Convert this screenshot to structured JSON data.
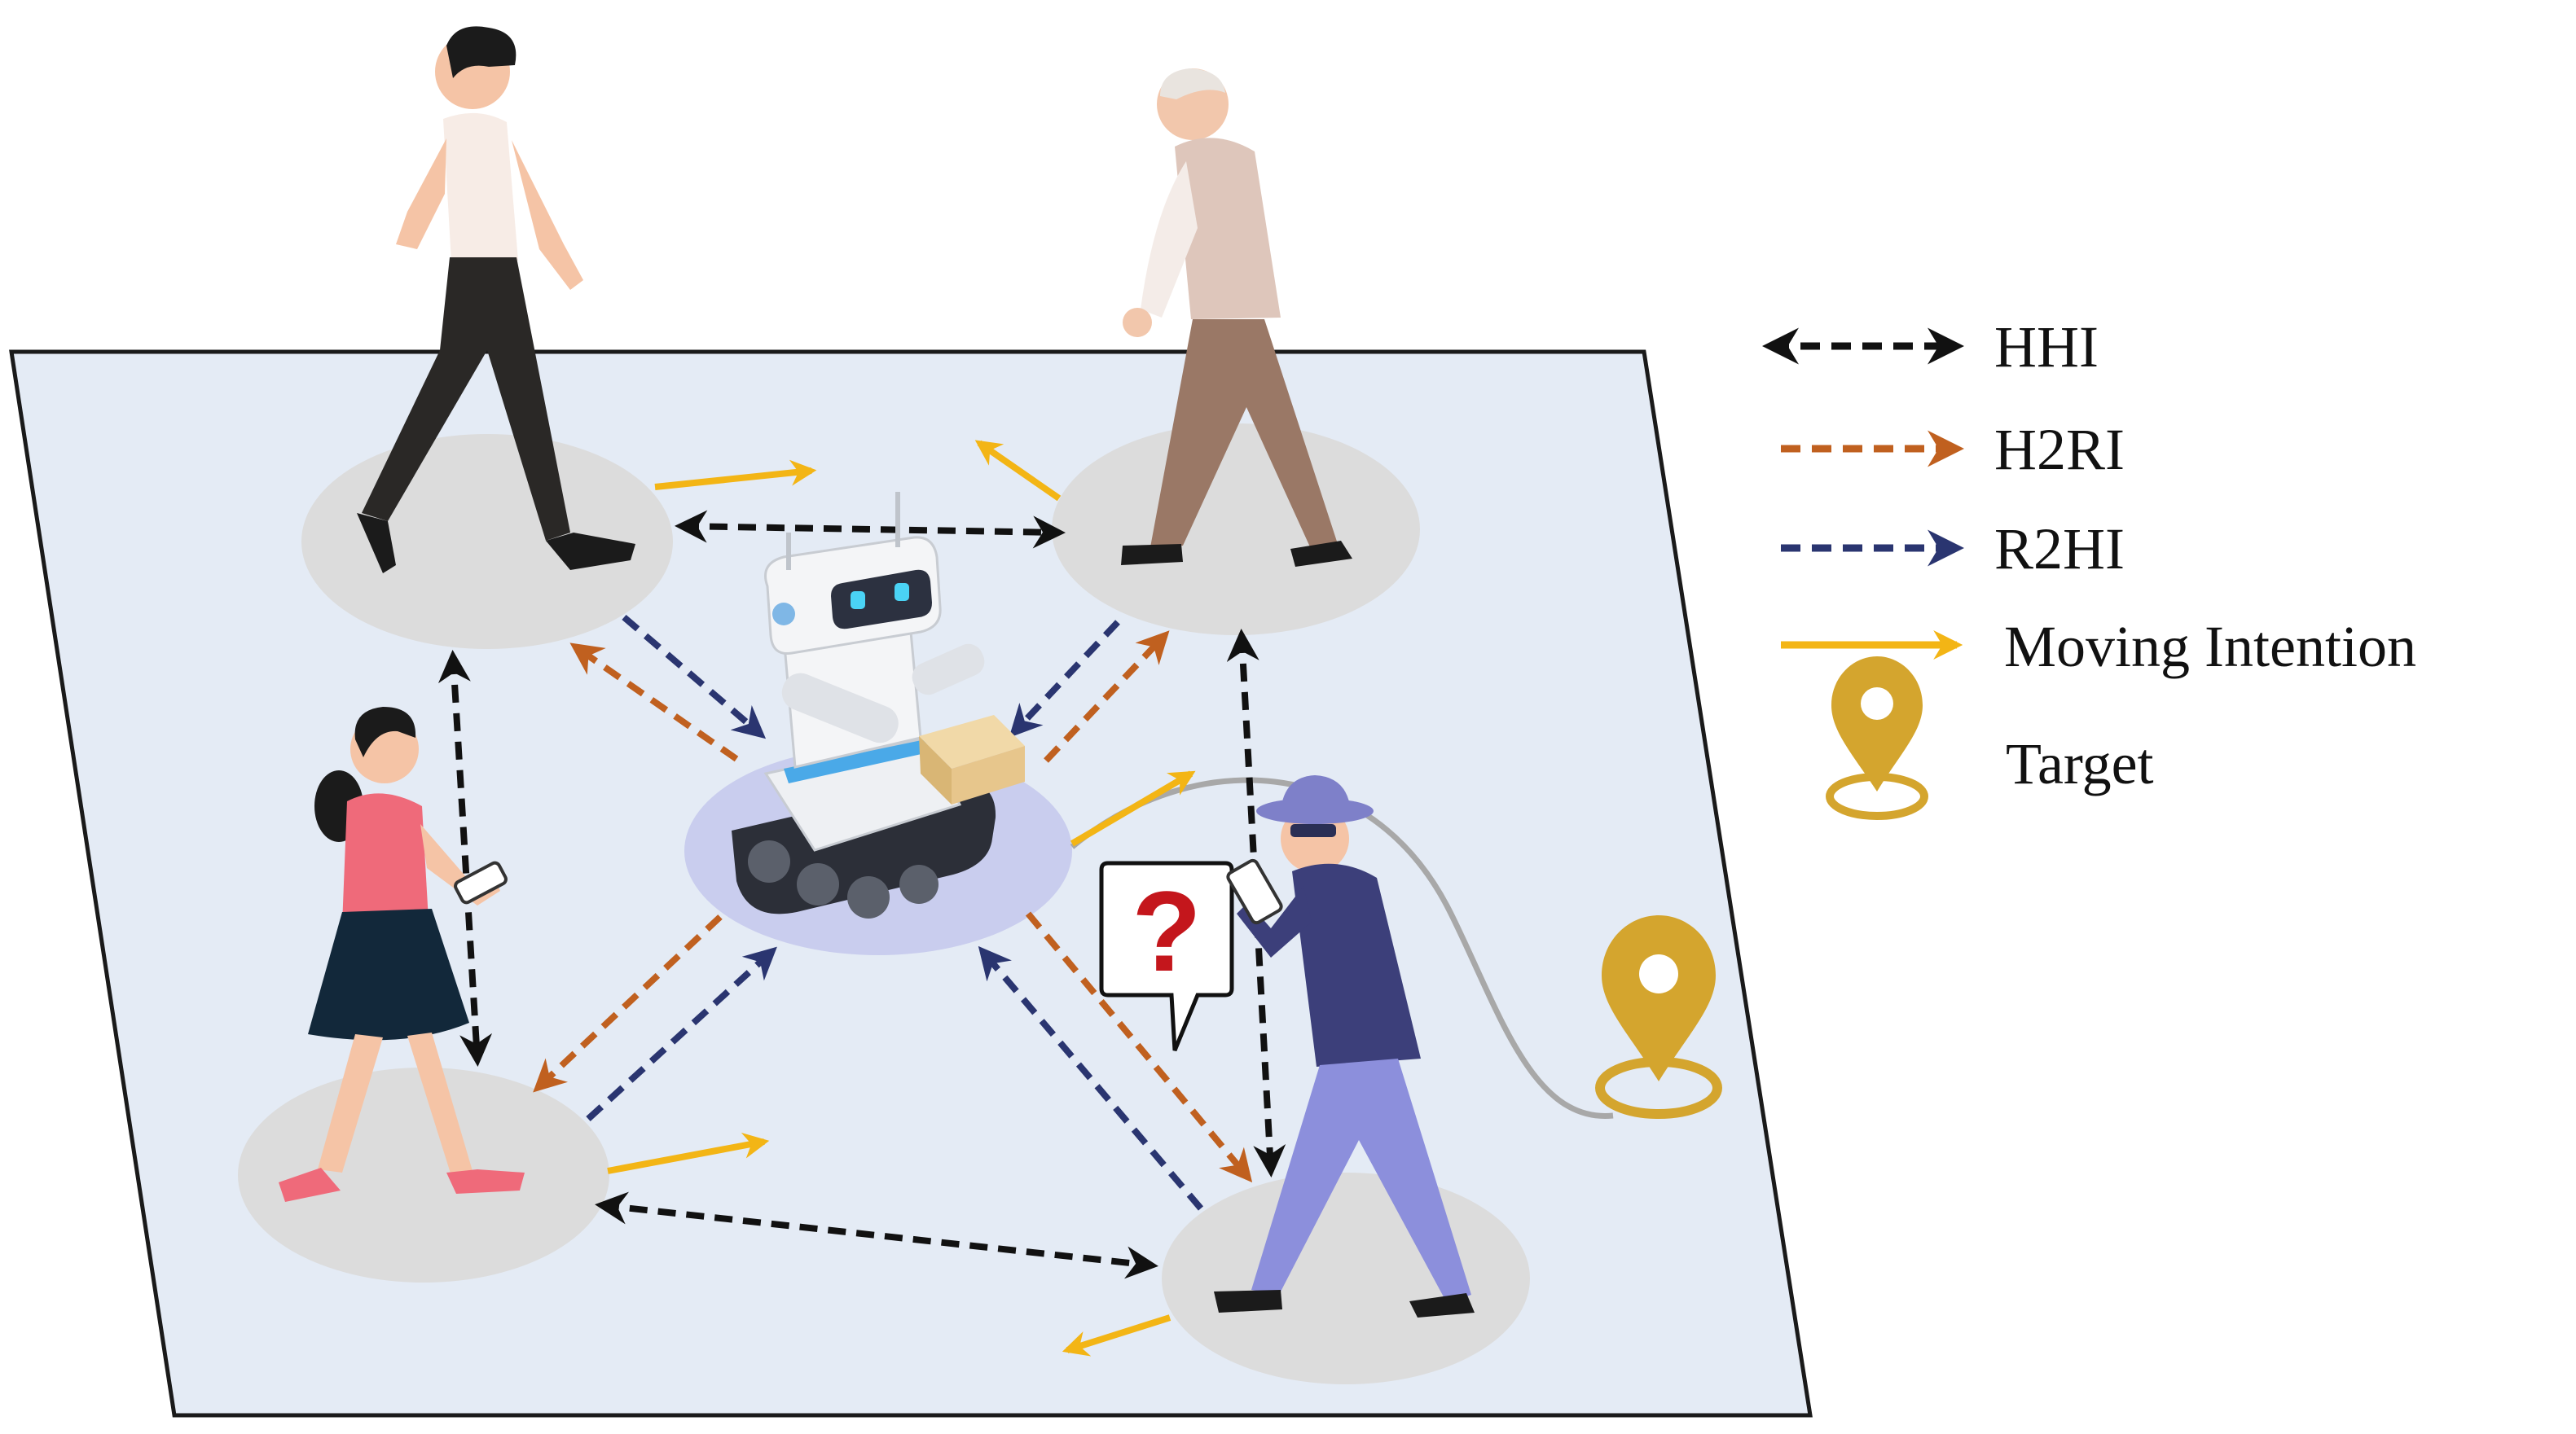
{
  "legend": {
    "items": [
      {
        "label": "HHI",
        "color": "#111111",
        "style": "double-dashed"
      },
      {
        "label": "H2RI",
        "color": "#c0601f",
        "style": "dashed"
      },
      {
        "label": "R2HI",
        "color": "#2a3570",
        "style": "dashed"
      },
      {
        "label": "Moving Intention",
        "color": "#f3b515",
        "style": "solid"
      },
      {
        "label": "Target",
        "color": "#d4a52e",
        "style": "pin-icon"
      }
    ]
  },
  "speech_bubble": {
    "text": "?"
  },
  "colors": {
    "floor": "#e4ebf5",
    "floor_border": "#1a1a1a",
    "human_disc": "#dcdcdc",
    "robot_disc": "#c9cdee",
    "hhi": "#111111",
    "h2ri": "#c0601f",
    "r2hi": "#2a3570",
    "intention": "#f3b515",
    "target": "#d4a52e",
    "path": "#a8a8a8"
  },
  "icons": {
    "robot": "delivery-robot-icon",
    "target": "location-pin-icon",
    "phone": "smartphone-icon",
    "humans": [
      "walking-man-icon",
      "elderly-man-icon",
      "woman-with-phone-icon",
      "man-in-hat-icon"
    ]
  }
}
